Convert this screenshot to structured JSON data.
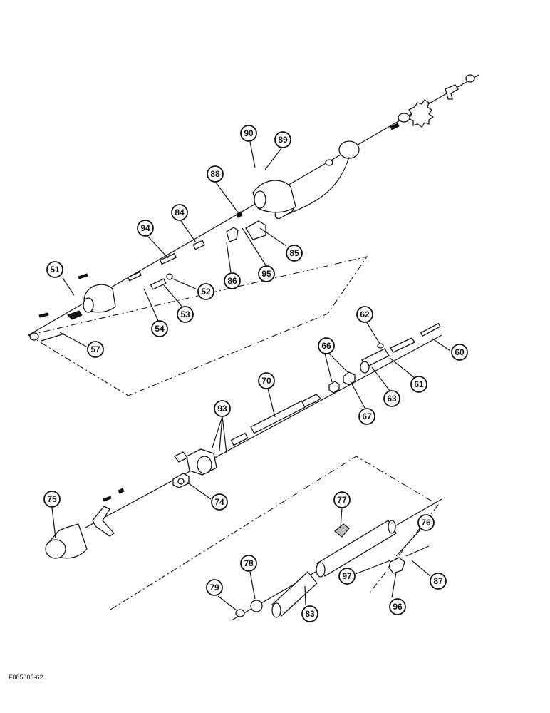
{
  "figure_id": "F885003-62",
  "callouts": [
    "90",
    "89",
    "88",
    "84",
    "94",
    "85",
    "95",
    "86",
    "51",
    "52",
    "53",
    "54",
    "57",
    "62",
    "60",
    "66",
    "61",
    "63",
    "67",
    "70",
    "93",
    "75",
    "74",
    "77",
    "76",
    "78",
    "79",
    "97",
    "87",
    "96",
    "83"
  ]
}
